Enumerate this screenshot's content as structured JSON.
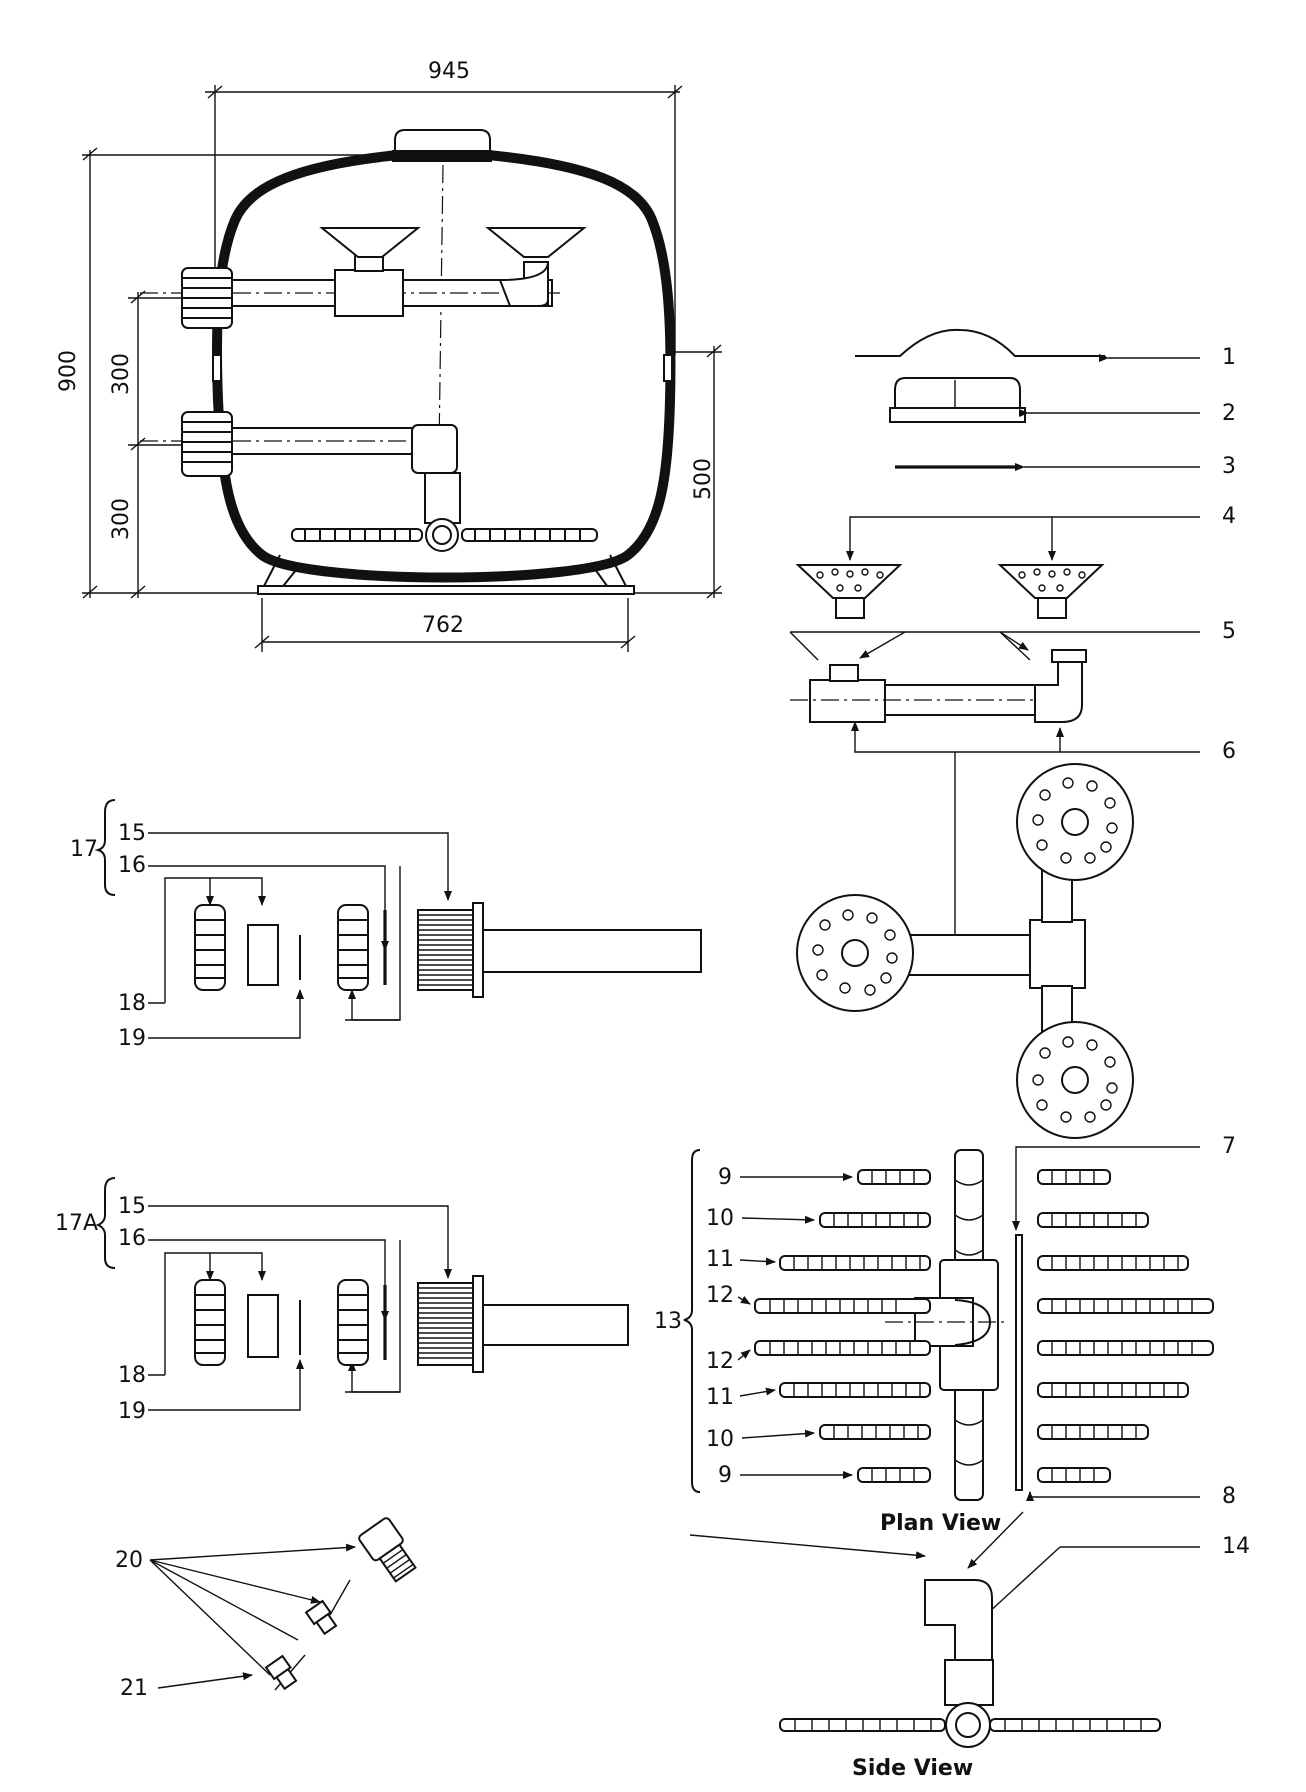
{
  "dimensions": {
    "width": "945",
    "height": "900",
    "upper_spacing": "300",
    "lower_spacing": "300",
    "flange_height": "500",
    "base_width": "762"
  },
  "callouts": {
    "p1": "1",
    "p2": "2",
    "p3": "3",
    "p4": "4",
    "p5": "5",
    "p6": "6",
    "p7": "7",
    "p8": "8",
    "p9": "9",
    "p10": "10",
    "p11": "11",
    "p12": "12",
    "p13": "13",
    "p14": "14",
    "p15": "15",
    "p16": "16",
    "p17": "17",
    "p17a": "17A",
    "p18": "18",
    "p19": "19",
    "p20": "20",
    "p21": "21"
  },
  "views": {
    "plan": "Plan View",
    "side": "Side View"
  }
}
